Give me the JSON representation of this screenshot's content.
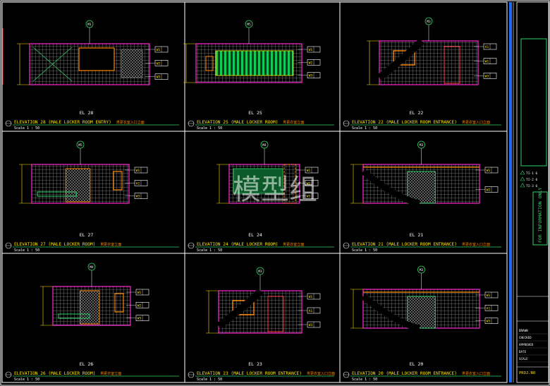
{
  "sheet": {
    "watermark": "模型组",
    "title_block": {
      "stamp_text": "FOR INFORMATION ONLY",
      "revisions": [
        "TI-1 6",
        "TI-2 6",
        "TI-3 6"
      ],
      "drawing_no": "PROJ.NO",
      "fields": [
        "DRAWN",
        "CHECKED",
        "APPROVED",
        "DATE",
        "SCALE"
      ]
    }
  },
  "panels": [
    {
      "id": "el28",
      "label": "EL 28",
      "title": "ELEVATION 28 (MALE LOCKER ROOM ENTRY)",
      "scale": "Scale 1 : 50",
      "cn": "男更衣室入口立面"
    },
    {
      "id": "el25",
      "label": "EL 25",
      "title": "ELEVATION 25 (MALE LOCKER ROOM)",
      "scale": "Scale 1 : 50",
      "cn": "男更衣室立面"
    },
    {
      "id": "el22",
      "label": "EL 22",
      "title": "ELEVATION 22 (MALE LOCKER ROOM ENTRANCE)",
      "scale": "Scale 1 : 50",
      "cn": "男更衣室入口立面"
    },
    {
      "id": "el27",
      "label": "EL 27",
      "title": "ELEVATION 27 (MALE LOCKER ROOM)",
      "scale": "Scale 1 : 50",
      "cn": "男更衣室立面"
    },
    {
      "id": "el24",
      "label": "EL 24",
      "title": "ELEVATION 24 (MALE LOCKER ROOM)",
      "scale": "Scale 1 : 50",
      "cn": "男更衣室立面"
    },
    {
      "id": "el21",
      "label": "EL 21",
      "title": "ELEVATION 21 (MALE LOCKER ROOM ENTRANCE)",
      "scale": "Scale 1 : 50",
      "cn": "男更衣室入口立面"
    },
    {
      "id": "el26",
      "label": "EL 26",
      "title": "ELEVATION 26 (MALE LOCKER ROOM)",
      "scale": "Scale 1 : 50",
      "cn": "男更衣室立面"
    },
    {
      "id": "el23",
      "label": "EL 23",
      "title": "ELEVATION 23 (MALE LOCKER ROOM ENTRANCE)",
      "scale": "Scale 1 : 50",
      "cn": "男更衣室入口立面"
    },
    {
      "id": "el20",
      "label": "EL 20",
      "title": "ELEVATION 20 (MALE LOCKER ROOM ENTRANCE)",
      "scale": "Scale 1 : 50",
      "cn": "男更衣室入口立面"
    }
  ],
  "tags": {
    "el28": [
      "M1",
      "W1",
      "W2",
      "W3"
    ],
    "el25": [
      "M5",
      "W1",
      "W2",
      "W3"
    ],
    "el22": [
      "M3",
      "A1",
      "W1",
      "W3"
    ],
    "el27": [
      "M5",
      "W1",
      "A1",
      "W3"
    ],
    "el24": [
      "M4",
      "W1",
      "W2",
      "W3"
    ],
    "el21": [
      "M3",
      "W1",
      "W2"
    ],
    "el26": [
      "M4",
      "W1",
      "W2",
      "W3"
    ],
    "el23": [
      "M3",
      "W1",
      "A1",
      "W3"
    ],
    "el20": [
      "M3",
      "W1",
      "A1",
      "W3"
    ]
  }
}
